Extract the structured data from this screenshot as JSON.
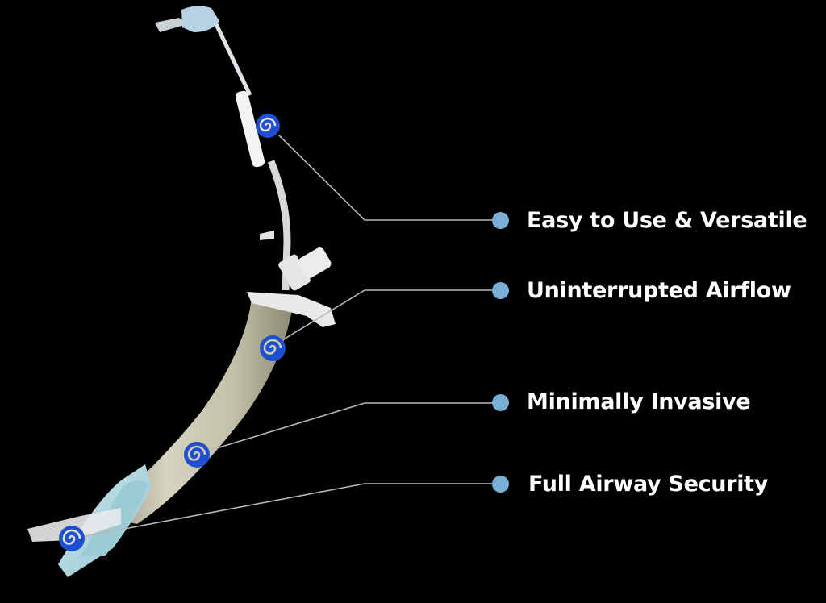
{
  "colors": {
    "background": "#000000",
    "label_text": "#ffffff",
    "bullet": "#79aed6",
    "connector": "#b8b8b8",
    "spiral_marker": "#1f4fd1",
    "tube_body": "#c9c7b0",
    "cuff": "#a9d3dc",
    "connector_tubing": "#e8eef2"
  },
  "features": [
    {
      "label": "Easy to Use & Versatile",
      "icon": "spiral-marker"
    },
    {
      "label": "Uninterrupted Airflow",
      "icon": "spiral-marker"
    },
    {
      "label": "Minimally Invasive",
      "icon": "spiral-marker"
    },
    {
      "label": "Full Airway Security",
      "icon": "spiral-marker"
    }
  ]
}
